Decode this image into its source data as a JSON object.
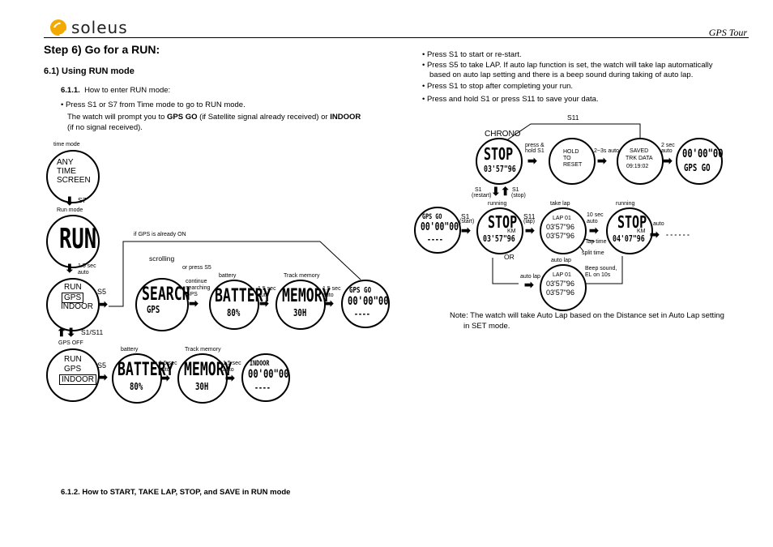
{
  "header": {
    "brand": "soleus",
    "doc_title": "GPS Tour"
  },
  "section": {
    "title": "Step 6) Go for a RUN:",
    "subtitle": "6.1)  Using RUN mode",
    "sub_num": "6.1.1.",
    "sub_text": "How to enter RUN mode:",
    "bottom": "6.1.2.  How to START, TAKE LAP, STOP, and SAVE in RUN mode"
  },
  "left_text": {
    "bullet1": "• Press S1 or S7 from Time mode to go to RUN mode.",
    "line2a": "The watch will prompt you to ",
    "line2b": "GPS GO",
    "line2c": " (if Satellite signal already received) or ",
    "line2d": "INDOOR",
    "line3": "(if no signal received)."
  },
  "right_text": {
    "b1": "• Press S1 to start or re-start.",
    "b2": "• Press S5 to take LAP. If auto lap function is set, the watch will take lap automatically",
    "b2b": "based on auto lap setting and there is a beep sound during taking of auto lap.",
    "b3": "• Press S1 to stop after completing your run.",
    "b4": "• Press and hold S1 or press S11 to save your data.",
    "note1": "Note: The watch will take Auto Lap based on the Distance set in Auto Lap setting",
    "note2": "in SET mode."
  },
  "diagram_left": {
    "time_mode": "time mode",
    "any": "ANY",
    "time": "TIME",
    "screen": "SCREEN",
    "s7": "S7",
    "run_mode": "Run mode",
    "run": "RUN",
    "sec15": "1.5 sec",
    "auto": "auto",
    "run2": "RUN",
    "gps": "GPS",
    "indoor": "INDOOR",
    "s5": "S5",
    "s1s11": "S1/S11",
    "gps_off": "GPS OFF",
    "if_gps": "if GPS is already ON",
    "scrolling": "scrolling",
    "or_press": "or press S5",
    "continue": "continue",
    "searching": "searching",
    "gps2": "GPS",
    "battery": "battery",
    "track_memory": "Track memory",
    "search": "SEARCH",
    "battery_lcd": "BATTERY",
    "pct": "80%",
    "memory": "MEMORY",
    "h30": "30H",
    "gps_go": "GPS GO",
    "zeros": "00'00\"00",
    "dashes": "----",
    "indoor_lcd": "INDOOR",
    "run3": "RUN",
    "gps3": "GPS",
    "indoor3": "INDOOR"
  },
  "diagram_right": {
    "chrono": "CHRONO",
    "s11": "S11",
    "stop": "STOP",
    "time1": "03'57\"96",
    "press_hold": "press &",
    "hold_s1": "hold S1",
    "hold": "HOLD",
    "to": "TO",
    "reset": "RESET",
    "sec23": "2~3s auto",
    "saved": "SAVED",
    "trk": "TRK DATA",
    "date": "09:19:02",
    "sec2": "2 sec",
    "auto": "auto",
    "gpsgo": "GPS GO",
    "zeros": "00'00\"00",
    "s1r": "S1",
    "restart": "(restart)",
    "s1s": "S1",
    "stop_p": "(stop)",
    "running": "running",
    "s1start": "S1",
    "start": "(start)",
    "s11lap": "S11",
    "lap": "(lap)",
    "take_lap": "take lap",
    "lap01": "LAP  01",
    "km": "KM",
    "ten": "10 sec",
    "running2": "running",
    "lap_time": "lap time",
    "split": "split time",
    "time2": "04'07\"96",
    "or": "OR",
    "auto_lap": "auto lap",
    "beep": "Beep sound,",
    "el": "EL on 10s",
    "lap01b": "LAP  01",
    "dashes": "- - - - - -"
  },
  "colors": {
    "logo": "#f2a900"
  }
}
